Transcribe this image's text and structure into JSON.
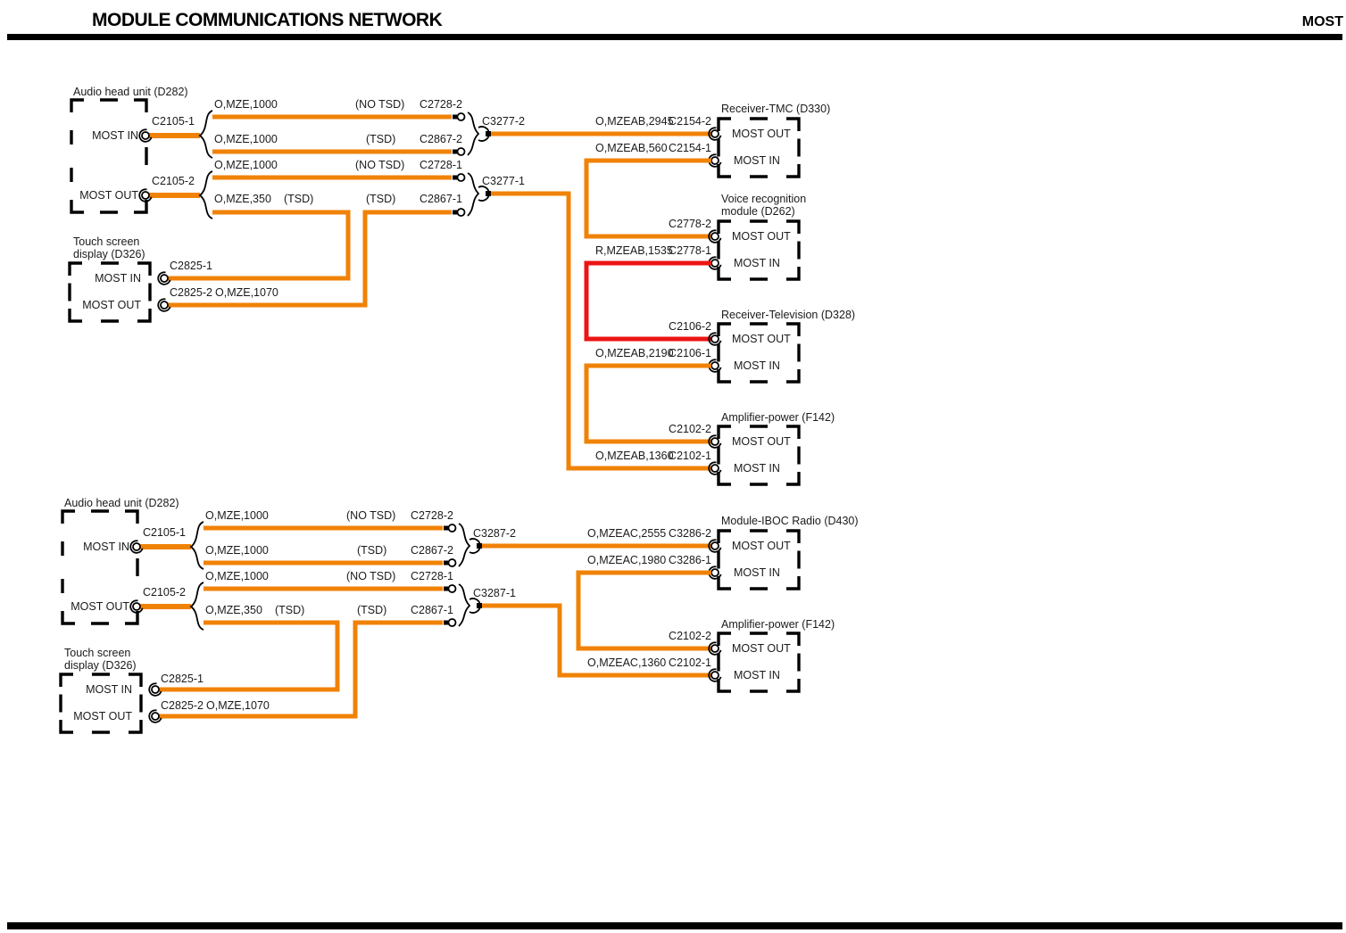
{
  "header": {
    "title": "MODULE COMMUNICATIONS NETWORK",
    "corner_label": "MOST"
  },
  "colors": {
    "wire_orange": "#F08206",
    "wire_red": "#EC1414",
    "bar_black": "#000000"
  },
  "labels": {
    "most_in": "MOST IN",
    "most_out": "MOST OUT"
  },
  "top": {
    "audio": {
      "title": "Audio head unit (D282)",
      "in_conn": "C2105-1",
      "out_conn": "C2105-2"
    },
    "rows": {
      "r1": {
        "wire": "O,MZE,1000",
        "tag": "(NO TSD)",
        "conn": "C2728-2"
      },
      "r2": {
        "wire": "O,MZE,1000",
        "tag": "(TSD)",
        "conn": "C2867-2"
      },
      "r3": {
        "wire": "O,MZE,1000",
        "tag": "(NO TSD)",
        "conn": "C2728-1"
      },
      "r4": {
        "wire": "O,MZE,350",
        "tag1": "(TSD)",
        "tag2": "(TSD)",
        "conn": "C2867-1"
      }
    },
    "junctions": {
      "pair_a": "C3277-2",
      "pair_b": "C3277-1"
    },
    "touch": {
      "title1": "Touch screen",
      "title2": "display (D326)",
      "in_conn": "C2825-1",
      "out_conn": "C2825-2",
      "out_wire": "O,MZE,1070"
    },
    "tmc": {
      "title": "Receiver-TMC (D330)",
      "out_wire": "O,MZEAB,2945",
      "out_conn": "C2154-2",
      "in_wire": "O,MZEAB,560",
      "in_conn": "C2154-1"
    },
    "voice": {
      "title1": "Voice recognition",
      "title2": "module (D262)",
      "out_conn": "C2778-2",
      "in_wire": "R,MZEAB,1535",
      "in_conn": "C2778-1"
    },
    "tv": {
      "title": "Receiver-Television (D328)",
      "out_conn": "C2106-2",
      "in_wire": "O,MZEAB,2190",
      "in_conn": "C2106-1"
    },
    "amp": {
      "title": "Amplifier-power (F142)",
      "out_conn": "C2102-2",
      "in_wire": "O,MZEAB,1360",
      "in_conn": "C2102-1"
    }
  },
  "bottom": {
    "audio": {
      "title": "Audio head unit (D282)",
      "in_conn": "C2105-1",
      "out_conn": "C2105-2"
    },
    "rows": {
      "r1": {
        "wire": "O,MZE,1000",
        "tag": "(NO TSD)",
        "conn": "C2728-2"
      },
      "r2": {
        "wire": "O,MZE,1000",
        "tag": "(TSD)",
        "conn": "C2867-2"
      },
      "r3": {
        "wire": "O,MZE,1000",
        "tag": "(NO TSD)",
        "conn": "C2728-1"
      },
      "r4": {
        "wire": "O,MZE,350",
        "tag1": "(TSD)",
        "tag2": "(TSD)",
        "conn": "C2867-1"
      }
    },
    "junctions": {
      "pair_a": "C3287-2",
      "pair_b": "C3287-1"
    },
    "touch": {
      "title1": "Touch screen",
      "title2": "display (D326)",
      "in_conn": "C2825-1",
      "out_conn": "C2825-2",
      "out_wire": "O,MZE,1070"
    },
    "iboc": {
      "title": "Module-IBOC Radio (D430)",
      "out_wire": "O,MZEAC,2555",
      "out_conn": "C3286-2",
      "in_wire": "O,MZEAC,1980",
      "in_conn": "C3286-1"
    },
    "amp": {
      "title": "Amplifier-power (F142)",
      "out_conn": "C2102-2",
      "in_wire": "O,MZEAC,1360",
      "in_conn": "C2102-1"
    }
  }
}
